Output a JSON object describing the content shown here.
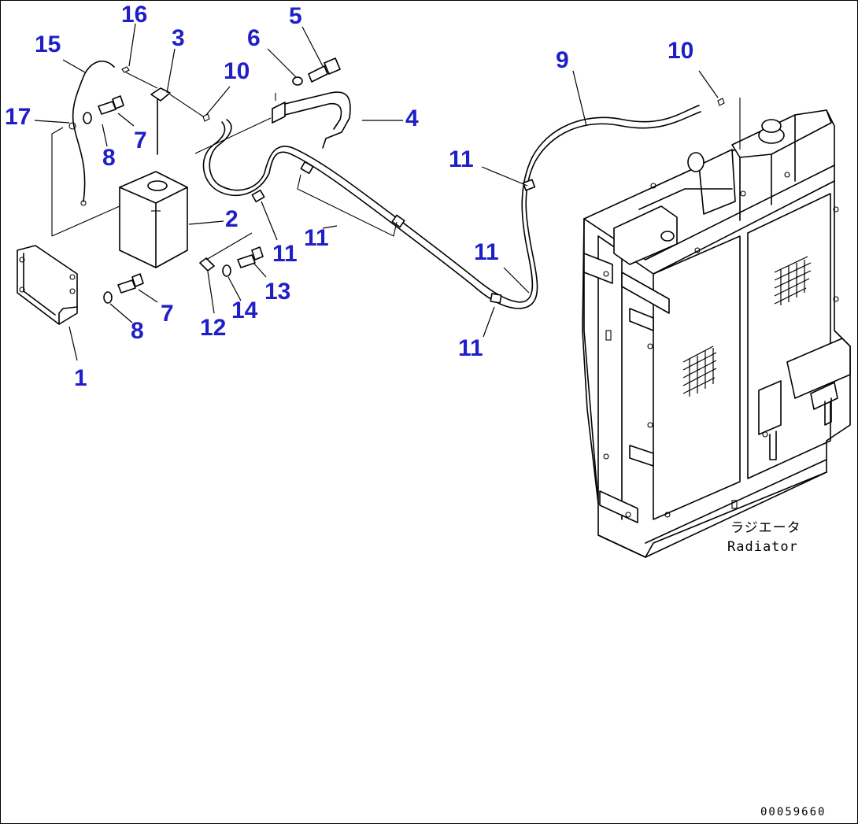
{
  "part_labels": {
    "l1": "1",
    "l2": "2",
    "l3": "3",
    "l4": "4",
    "l5": "5",
    "l6": "6",
    "l7a": "7",
    "l7b": "7",
    "l8a": "8",
    "l8b": "8",
    "l9": "9",
    "l10a": "10",
    "l10b": "10",
    "l11a": "11",
    "l11b": "11",
    "l11c": "11",
    "l11d": "11",
    "l11e": "11",
    "l12": "12",
    "l13": "13",
    "l14": "14",
    "l15": "15",
    "l16": "16",
    "l17": "17"
  },
  "radiator_caption": {
    "japanese": "ラジエータ",
    "english": "Radiator"
  },
  "drawing_code": "00059660"
}
